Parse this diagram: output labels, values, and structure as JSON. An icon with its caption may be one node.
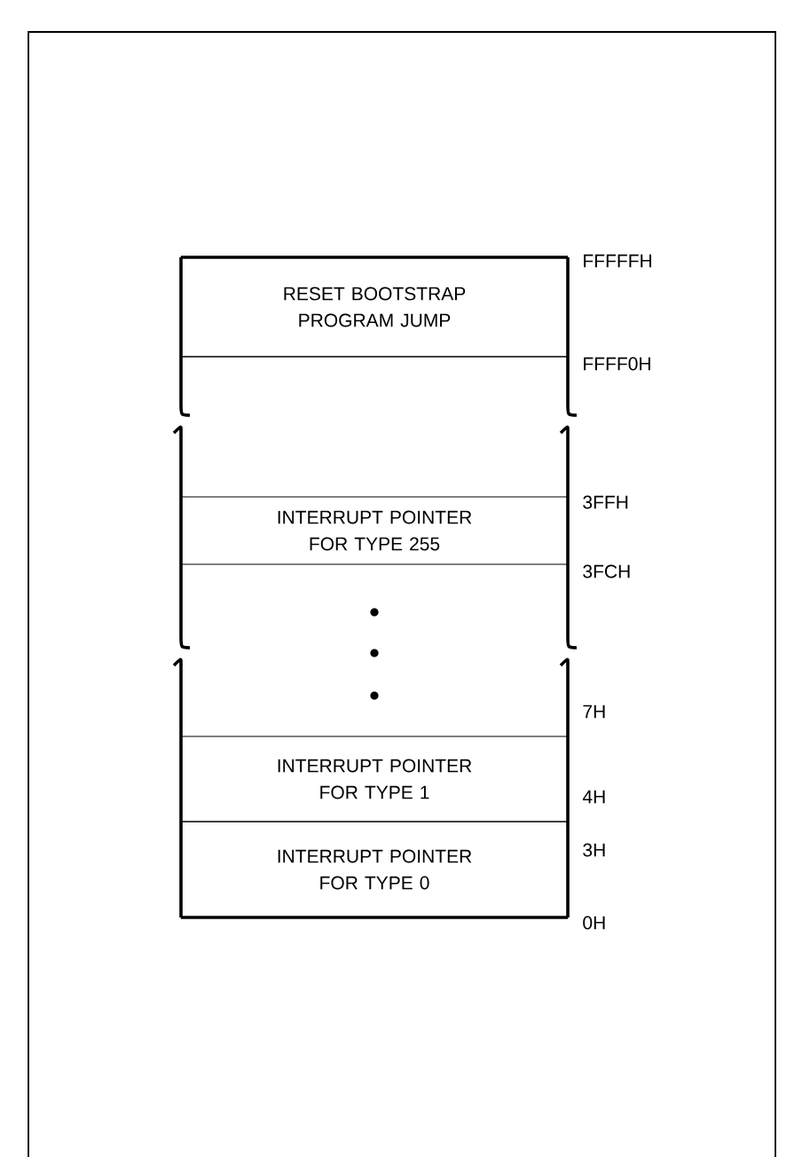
{
  "diagram": {
    "nodes": [
      {
        "text": [
          "RESET BOOTSTRAP PROGRAM JUMP"
        ]
      },
      {
        "text": [
          "INTERRUPT POINTER FOR TYPE 255"
        ]
      },
      {
        "text": [
          "INTERRUPT POINTER FOR TYPE 1"
        ]
      },
      {
        "text": [
          "INTERRUPT POINTER FOR TYPE 0"
        ]
      }
    ],
    "edges": [],
    "labels": [
      "FFFFFH",
      "FFFF0H",
      "3FFH",
      "3FCH",
      "7H",
      "4H",
      "3H",
      "0H"
    ]
  }
}
